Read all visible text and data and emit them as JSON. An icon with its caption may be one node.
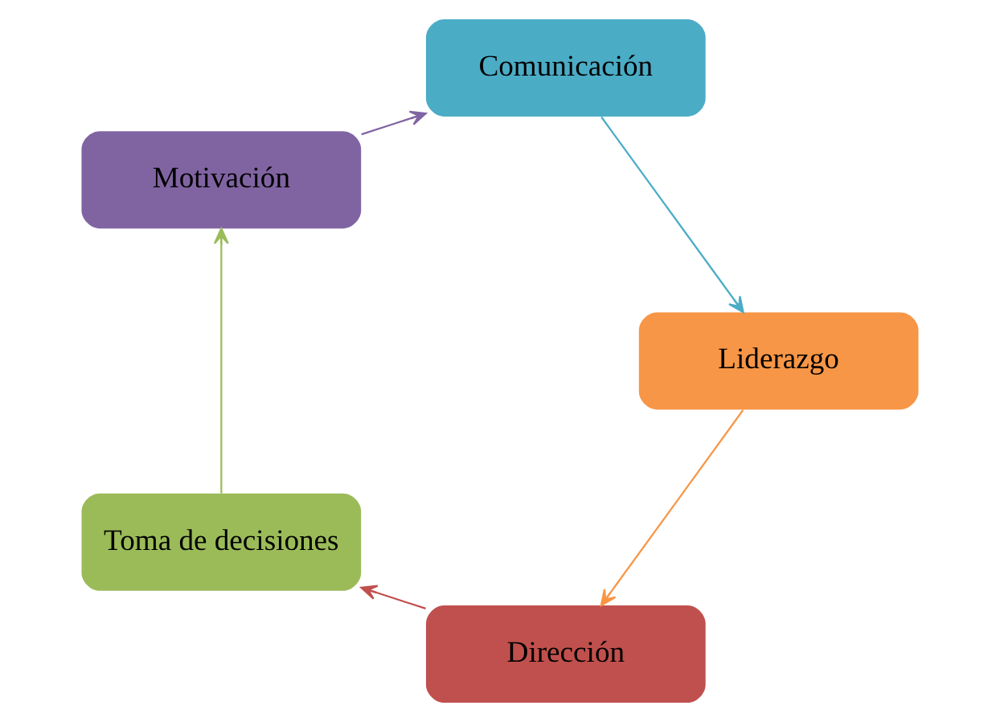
{
  "diagram": {
    "nodes": [
      {
        "text": [
          "Dirección"
        ]
      },
      {
        "text": [
          "Toma de decisiones"
        ]
      },
      {
        "text": [
          "Motivación"
        ]
      },
      {
        "text": [
          "Comunicación"
        ]
      },
      {
        "text": [
          "Liderazgo"
        ]
      }
    ],
    "edges": [
      {
        "from": 0,
        "to": 1,
        "arrow": "to",
        "color": "#c0504d"
      },
      {
        "from": 1,
        "to": 2,
        "arrow": "to",
        "color": "#9bbb59"
      },
      {
        "from": 2,
        "to": 3,
        "arrow": "to",
        "color": "#8064a2"
      },
      {
        "from": 3,
        "to": 4,
        "arrow": "to",
        "color": "#4bacc6"
      },
      {
        "from": 4,
        "to": 0,
        "arrow": "to",
        "color": "#f79646"
      }
    ]
  }
}
